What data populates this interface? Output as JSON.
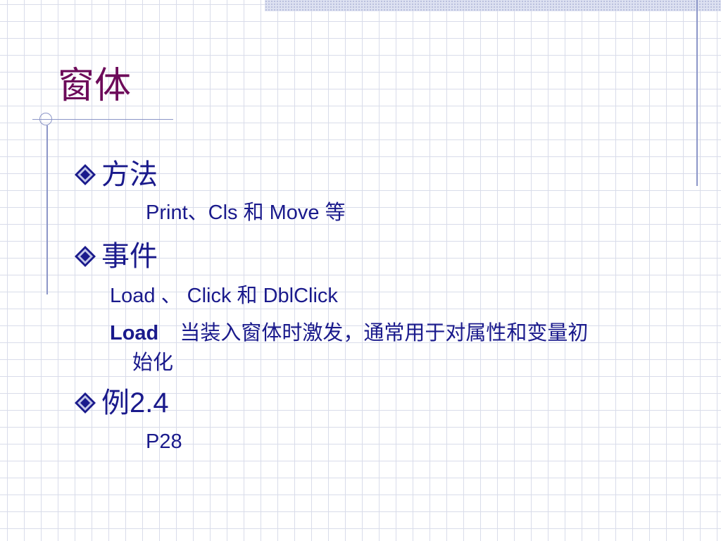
{
  "slide": {
    "title": "窗体",
    "bullets": [
      {
        "label": "方法",
        "detail": "Print、Cls 和 Move 等"
      },
      {
        "label": "事件",
        "details": [
          "Load 、 Click 和 DblClick",
          {
            "keyword": "Load",
            "text_line1": "当装入窗体时激发，通常用于对属性和变量初",
            "text_line2": "始化"
          }
        ]
      },
      {
        "label_cjk": "例",
        "label_num": "2.4",
        "detail": "P28"
      }
    ]
  },
  "colors": {
    "title": "#6d0b5a",
    "body_text": "#1a1a8c",
    "grid": "#d9dcea",
    "rule": "#8c96c8"
  },
  "icons": {
    "bullet": "diamond-bullet-icon"
  }
}
